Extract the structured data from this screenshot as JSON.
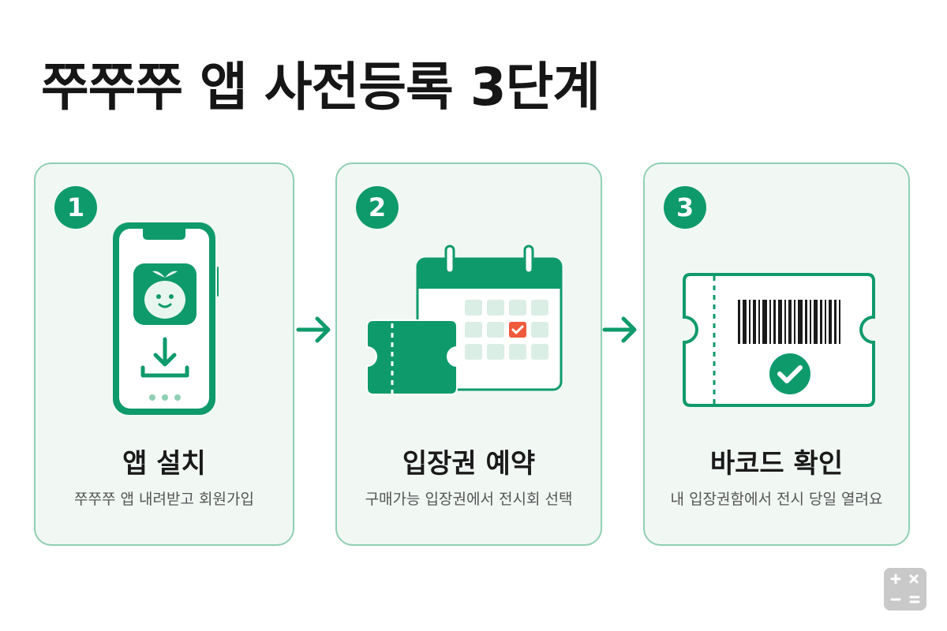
{
  "title": "쭈쭈쭈 앱 사전등록 3단계",
  "steps": [
    {
      "number": "1",
      "title": "앱 설치",
      "description": "쭈쭈쭈 앱 내려받고 회원가입"
    },
    {
      "number": "2",
      "title": "입장권 예약",
      "description": "구매가능 입장권에서 전시회 선택"
    },
    {
      "number": "3",
      "title": "바코드 확인",
      "description": "내 입장권함에서 전시 당일 열려요"
    }
  ],
  "colors": {
    "accent": "#0f9a6c",
    "card_border": "#8fcfb3",
    "card_bg": "#f1f8f4",
    "check_red": "#ef5a3c"
  },
  "icons": [
    "phone-download-icon",
    "calendar-ticket-icon",
    "barcode-ticket-icon",
    "arrow-right-icon",
    "calculator-icon"
  ]
}
